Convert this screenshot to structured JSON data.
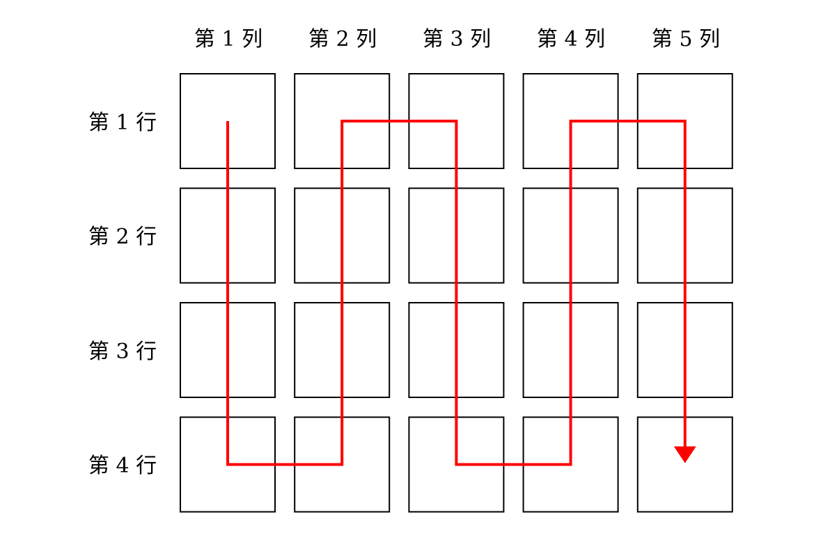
{
  "colors": {
    "cell_border": "#000000",
    "cell_fill": "#ffffff",
    "path": "#ff0000"
  },
  "column_labels": [
    "第 1 列",
    "第 2 列",
    "第 3 列",
    "第 4 列",
    "第 5 列"
  ],
  "row_labels": [
    "第 1 行",
    "第 2 行",
    "第 3 行",
    "第 4 行"
  ],
  "grid": {
    "rows": 4,
    "columns": 5
  },
  "traversal": {
    "order": "column-wise serpentine",
    "arrow_end": "end",
    "path_cells": [
      [
        1,
        1
      ],
      [
        4,
        1
      ],
      [
        4,
        2
      ],
      [
        1,
        2
      ],
      [
        1,
        3
      ],
      [
        4,
        3
      ],
      [
        4,
        4
      ],
      [
        1,
        4
      ],
      [
        1,
        5
      ],
      [
        4,
        5
      ]
    ]
  }
}
